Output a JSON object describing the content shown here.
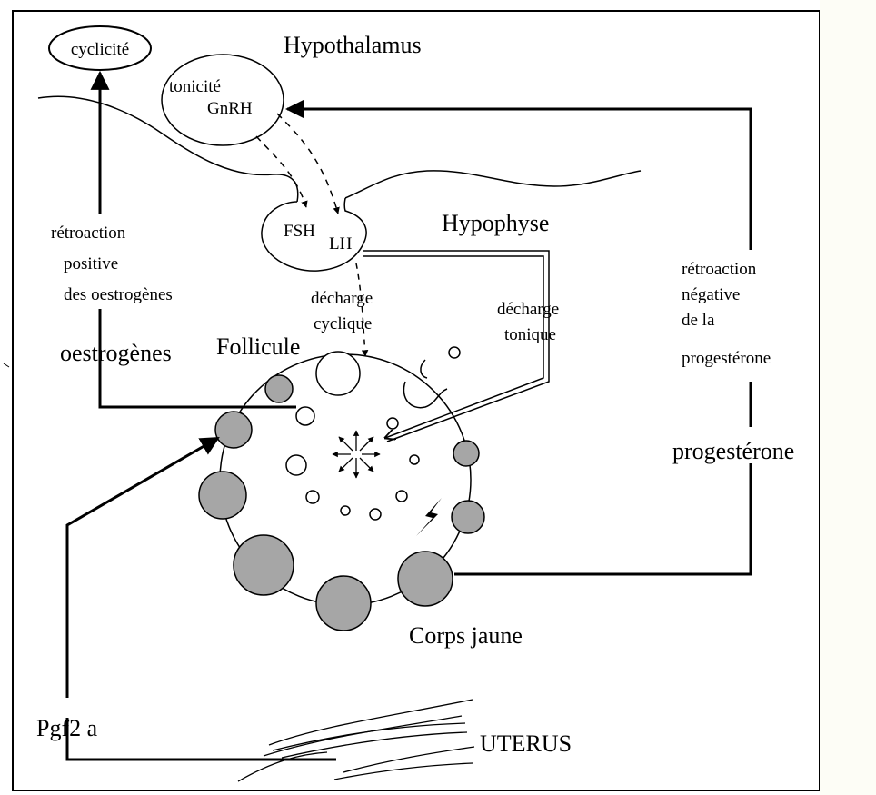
{
  "labels": {
    "cyclicite": "cyclicité",
    "hypothalamus": "Hypothalamus",
    "tonicite": "tonicité",
    "gnrh": "GnRH",
    "fsh": "FSH",
    "lh": "LH",
    "hypophyse": "Hypophyse",
    "retro_pos_1": "rétroaction",
    "retro_pos_2": "positive",
    "retro_pos_3": "des oestrogènes",
    "oestrogenes": "oestrogènes",
    "follicule": "Follicule",
    "decharge_cyc_1": "décharge",
    "decharge_cyc_2": "cyclique",
    "decharge_ton_1": "décharge",
    "decharge_ton_2": "tonique",
    "retro_neg_1": "rétroaction",
    "retro_neg_2": "négative",
    "retro_neg_3": "de la",
    "retro_neg_4": "progestérone",
    "progesterone": "progestérone",
    "corps_jaune": "Corps jaune",
    "pgf2a": "Pgf2 a",
    "uterus": "UTERUS"
  },
  "colors": {
    "ink": "#000000",
    "follicle_fill": "#a6a6a6",
    "background": "#ffffff"
  }
}
